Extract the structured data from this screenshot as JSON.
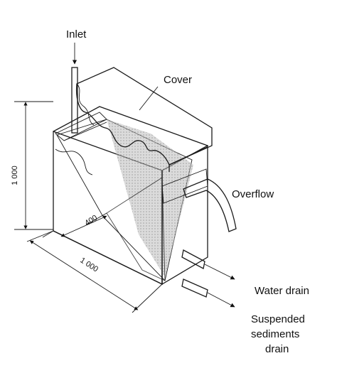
{
  "labels": {
    "inlet": "Inlet",
    "cover": "Cover",
    "overflow": "Overflow",
    "water_drain": "Water drain",
    "sediments_line1": "Suspended",
    "sediments_line2": "sediments",
    "sediments_line3": "drain"
  },
  "dimensions": {
    "height": "1 000",
    "width": "1 000",
    "depth": "400"
  }
}
